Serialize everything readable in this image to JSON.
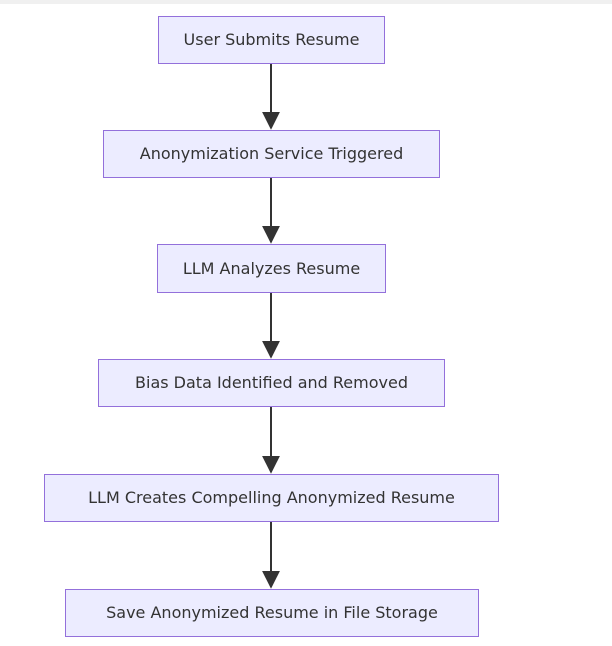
{
  "diagram": {
    "type": "flowchart",
    "direction": "top-down",
    "colors": {
      "node_fill": "#ececff",
      "node_border": "#9370db",
      "text": "#333333",
      "edge": "#333333"
    },
    "nodes": [
      {
        "id": "n0",
        "label": "User Submits Resume"
      },
      {
        "id": "n1",
        "label": "Anonymization Service Triggered"
      },
      {
        "id": "n2",
        "label": "LLM Analyzes Resume"
      },
      {
        "id": "n3",
        "label": "Bias Data Identified and Removed"
      },
      {
        "id": "n4",
        "label": "LLM Creates Compelling Anonymized Resume"
      },
      {
        "id": "n5",
        "label": "Save Anonymized Resume in File Storage"
      }
    ],
    "edges": [
      {
        "from": "n0",
        "to": "n1"
      },
      {
        "from": "n1",
        "to": "n2"
      },
      {
        "from": "n2",
        "to": "n3"
      },
      {
        "from": "n3",
        "to": "n4"
      },
      {
        "from": "n4",
        "to": "n5"
      }
    ]
  }
}
